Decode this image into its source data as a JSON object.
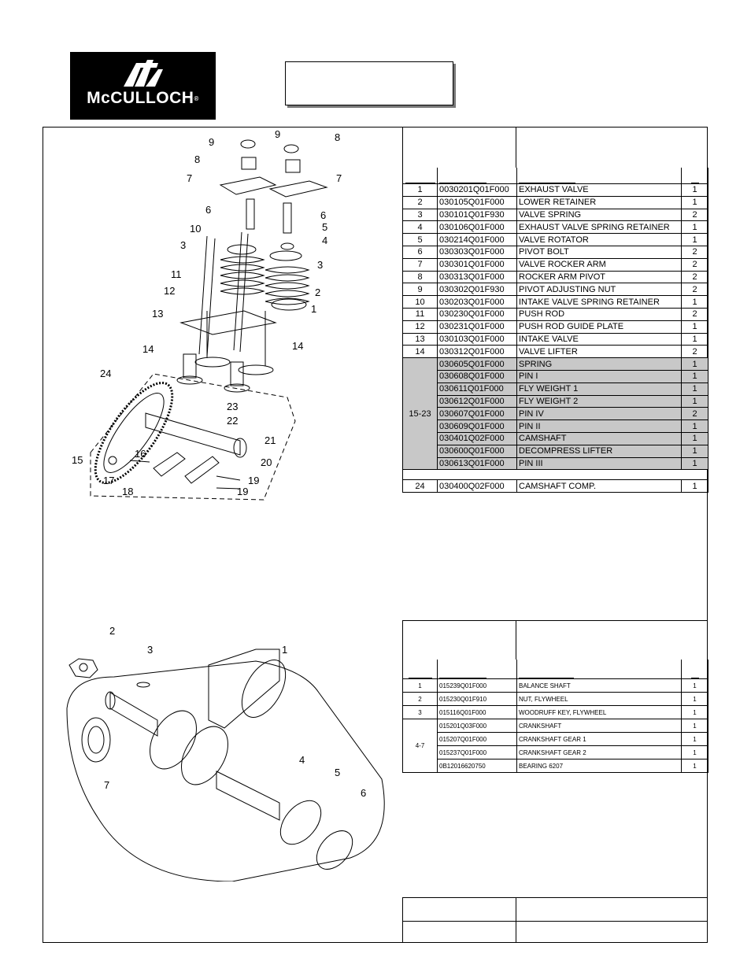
{
  "brand": {
    "name": "McCULLOCH",
    "mark": "®"
  },
  "diagram1": {
    "callouts": [
      "1",
      "2",
      "3",
      "3",
      "4",
      "5",
      "6",
      "6",
      "7",
      "7",
      "8",
      "8",
      "9",
      "9",
      "10",
      "11",
      "12",
      "13",
      "14",
      "14",
      "15",
      "16",
      "17",
      "18",
      "19",
      "19",
      "20",
      "21",
      "22",
      "23",
      "24"
    ]
  },
  "table1": {
    "rows": [
      {
        "ref": "1",
        "part": "0030201Q01F000",
        "desc": "EXHAUST VALVE",
        "qty": "1"
      },
      {
        "ref": "2",
        "part": "030105Q01F000",
        "desc": "LOWER RETAINER",
        "qty": "1"
      },
      {
        "ref": "3",
        "part": "030101Q01F930",
        "desc": "VALVE SPRING",
        "qty": "2"
      },
      {
        "ref": "4",
        "part": "030106Q01F000",
        "desc": "EXHAUST VALVE SPRING RETAINER",
        "qty": "1"
      },
      {
        "ref": "5",
        "part": "030214Q01F000",
        "desc": "VALVE ROTATOR",
        "qty": "1"
      },
      {
        "ref": "6",
        "part": "030303Q01F000",
        "desc": "PIVOT BOLT",
        "qty": "2"
      },
      {
        "ref": "7",
        "part": "030301Q01F000",
        "desc": "VALVE ROCKER ARM",
        "qty": "2"
      },
      {
        "ref": "8",
        "part": "030313Q01F000",
        "desc": "ROCKER ARM PIVOT",
        "qty": "2"
      },
      {
        "ref": "9",
        "part": "030302Q01F930",
        "desc": "PIVOT ADJUSTING NUT",
        "qty": "2"
      },
      {
        "ref": "10",
        "part": "030203Q01F000",
        "desc": "INTAKE VALVE SPRING RETAINER",
        "qty": "1"
      },
      {
        "ref": "11",
        "part": "030230Q01F000",
        "desc": "PUSH ROD",
        "qty": "2"
      },
      {
        "ref": "12",
        "part": "030231Q01F000",
        "desc": "PUSH ROD GUIDE PLATE",
        "qty": "1"
      },
      {
        "ref": "13",
        "part": "030103Q01F000",
        "desc": "INTAKE VALVE",
        "qty": "1"
      },
      {
        "ref": "14",
        "part": "030312Q01F000",
        "desc": "VALVE LIFTER",
        "qty": "2"
      }
    ],
    "group_ref": "15-23",
    "group_rows": [
      {
        "part": "030605Q01F000",
        "desc": "SPRING",
        "qty": "1"
      },
      {
        "part": "030608Q01F000",
        "desc": "PIN I",
        "qty": "1"
      },
      {
        "part": "030611Q01F000",
        "desc": "FLY WEIGHT 1",
        "qty": "1"
      },
      {
        "part": "030612Q01F000",
        "desc": "FLY WEIGHT 2",
        "qty": "1"
      },
      {
        "part": "030607Q01F000",
        "desc": "PIN IV",
        "qty": "2"
      },
      {
        "part": "030609Q01F000",
        "desc": "PIN II",
        "qty": "1"
      },
      {
        "part": "030401Q02F000",
        "desc": "CAMSHAFT",
        "qty": "1"
      },
      {
        "part": "030600Q01F000",
        "desc": "DECOMPRESS LIFTER",
        "qty": "1"
      },
      {
        "part": "030613Q01F000",
        "desc": "PIN III",
        "qty": "1"
      }
    ],
    "last_row": {
      "ref": "24",
      "part": "030400Q02F000",
      "desc": "CAMSHAFT COMP.",
      "qty": "1"
    }
  },
  "diagram2": {
    "callouts": [
      "1",
      "2",
      "3",
      "4",
      "5",
      "6",
      "7"
    ]
  },
  "table2": {
    "rows": [
      {
        "ref": "1",
        "part": "015239Q01F000",
        "desc": "BALANCE  SHAFT",
        "qty": "1"
      },
      {
        "ref": "2",
        "part": "015230Q01F910",
        "desc": "NUT, FLYWHEEL",
        "qty": "1"
      },
      {
        "ref": "3",
        "part": "015116Q01F000",
        "desc": "WOODRUFF KEY, FLYWHEEL",
        "qty": "1"
      }
    ],
    "group_ref": "4-7",
    "group_rows": [
      {
        "part": "015201Q03F000",
        "desc": "CRANKSHAFT",
        "qty": "1"
      },
      {
        "part": "015207Q01F000",
        "desc": "CRANKSHAFT GEAR 1",
        "qty": "1"
      },
      {
        "part": "015237Q01F000",
        "desc": "CRANKSHAFT GEAR 2",
        "qty": "1"
      },
      {
        "part": "0B12016620750",
        "desc": "BEARING 6207",
        "qty": "1"
      }
    ]
  }
}
